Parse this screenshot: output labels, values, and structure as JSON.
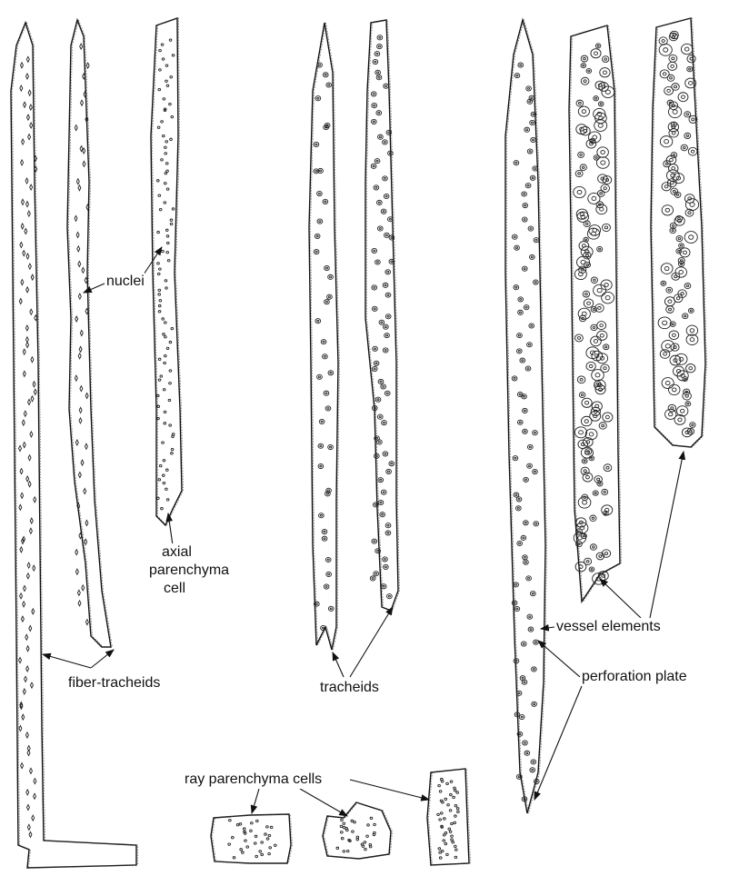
{
  "labels": {
    "nuclei": "nuclei",
    "axial_parenchyma": [
      "axial",
      "parenchyma",
      "cell"
    ],
    "fiber_tracheids": "fiber-tracheids",
    "tracheids": "tracheids",
    "vessel_elements": "vessel elements",
    "perforation_plate": "perforation plate",
    "ray_parenchyma_cells": "ray parenchyma cells"
  }
}
